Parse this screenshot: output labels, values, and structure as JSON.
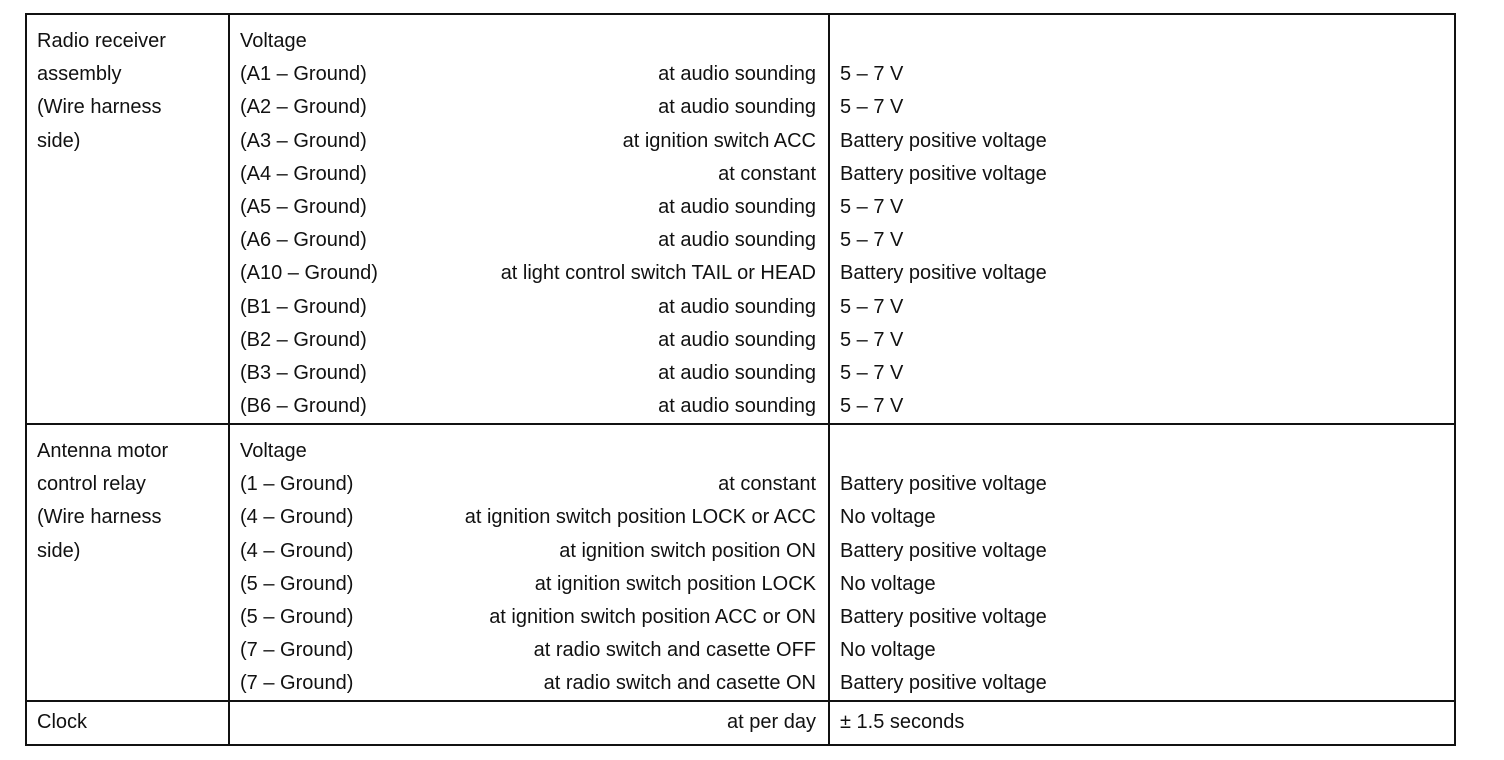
{
  "sections": [
    {
      "component": "Radio receiver\nassembly\n(Wire harness\nside)",
      "component_lines": [
        "Radio receiver",
        "assembly",
        "(Wire harness",
        "side)"
      ],
      "header": "Voltage",
      "rows": [
        {
          "terminal": "(A1 – Ground)",
          "condition": "at audio sounding",
          "spec": "5 – 7 V"
        },
        {
          "terminal": "(A2 – Ground)",
          "condition": "at audio sounding",
          "spec": "5 – 7 V"
        },
        {
          "terminal": "(A3 – Ground)",
          "condition": "at ignition switch ACC",
          "spec": "Battery positive voltage"
        },
        {
          "terminal": "(A4 – Ground)",
          "condition": "at constant",
          "spec": "Battery positive voltage"
        },
        {
          "terminal": "(A5 – Ground)",
          "condition": "at audio sounding",
          "spec": "5 – 7 V"
        },
        {
          "terminal": "(A6 – Ground)",
          "condition": "at audio sounding",
          "spec": "5 – 7 V"
        },
        {
          "terminal": "(A10 – Ground)",
          "condition": "at light control switch TAIL or HEAD",
          "spec": "Battery positive voltage"
        },
        {
          "terminal": "(B1 – Ground)",
          "condition": "at audio sounding",
          "spec": "5 – 7 V"
        },
        {
          "terminal": "(B2 – Ground)",
          "condition": "at audio sounding",
          "spec": "5 – 7 V"
        },
        {
          "terminal": "(B3 – Ground)",
          "condition": "at audio sounding",
          "spec": "5 – 7 V"
        },
        {
          "terminal": "(B6 – Ground)",
          "condition": "at audio sounding",
          "spec": "5 – 7 V"
        }
      ]
    },
    {
      "component_lines": [
        "Antenna motor",
        "control relay",
        "(Wire harness",
        "side)"
      ],
      "header": "Voltage",
      "rows": [
        {
          "terminal": "(1 – Ground)",
          "condition": "at constant",
          "spec": "Battery positive voltage"
        },
        {
          "terminal": "(4 – Ground)",
          "condition": "at ignition switch position LOCK or ACC",
          "spec": "No voltage"
        },
        {
          "terminal": "(4 – Ground)",
          "condition": "at ignition switch position ON",
          "spec": "Battery positive voltage"
        },
        {
          "terminal": "(5 – Ground)",
          "condition": "at ignition switch position LOCK",
          "spec": "No voltage"
        },
        {
          "terminal": "(5 – Ground)",
          "condition": "at ignition switch position ACC or ON",
          "spec": "Battery positive voltage"
        },
        {
          "terminal": "(7 – Ground)",
          "condition": "at radio switch and casette OFF",
          "spec": "No voltage"
        },
        {
          "terminal": "(7 – Ground)",
          "condition": "at radio switch and casette ON",
          "spec": "Battery positive voltage"
        }
      ]
    },
    {
      "component_lines": [
        "Clock"
      ],
      "rows": [
        {
          "terminal": "",
          "condition": "at per day",
          "spec": "± 1.5 seconds"
        }
      ]
    }
  ]
}
